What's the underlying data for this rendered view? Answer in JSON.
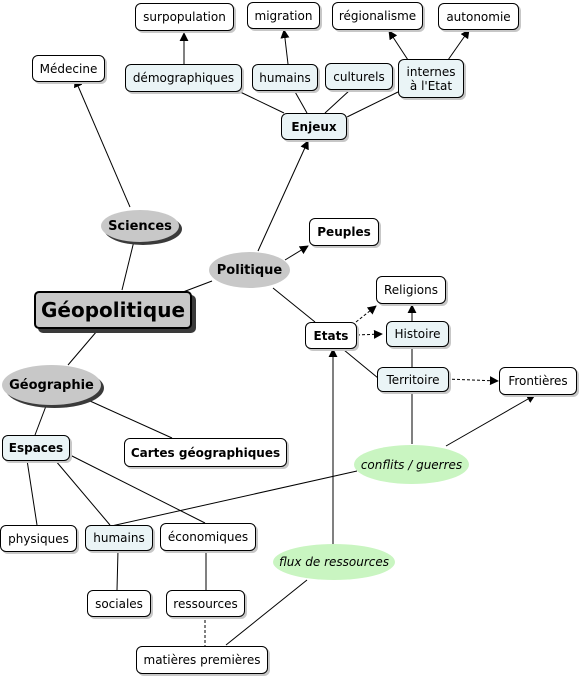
{
  "nodes": {
    "geopolitique": "Géopolitique",
    "sciences": "Sciences",
    "medecine": "Médecine",
    "politique": "Politique",
    "geographie": "Géographie",
    "enjeux": "Enjeux",
    "demographiques": "démographiques",
    "humains_enjeux": "humains",
    "culturels": "culturels",
    "internes_line1": "internes",
    "internes_line2": "à l'Etat",
    "surpopulation": "surpopulation",
    "migration": "migration",
    "regionalisme": "régionalisme",
    "autonomie": "autonomie",
    "peuples": "Peuples",
    "etats": "Etats",
    "religions": "Religions",
    "histoire": "Histoire",
    "territoire": "Territoire",
    "frontieres": "Frontières",
    "conflits": "conflits / guerres",
    "espaces": "Espaces",
    "cartes": "Cartes géographiques",
    "physiques": "physiques",
    "humains_espaces": "humains",
    "economiques": "économiques",
    "sociales": "sociales",
    "ressources": "ressources",
    "flux": "flux de ressources",
    "matieres": "matières premières"
  }
}
